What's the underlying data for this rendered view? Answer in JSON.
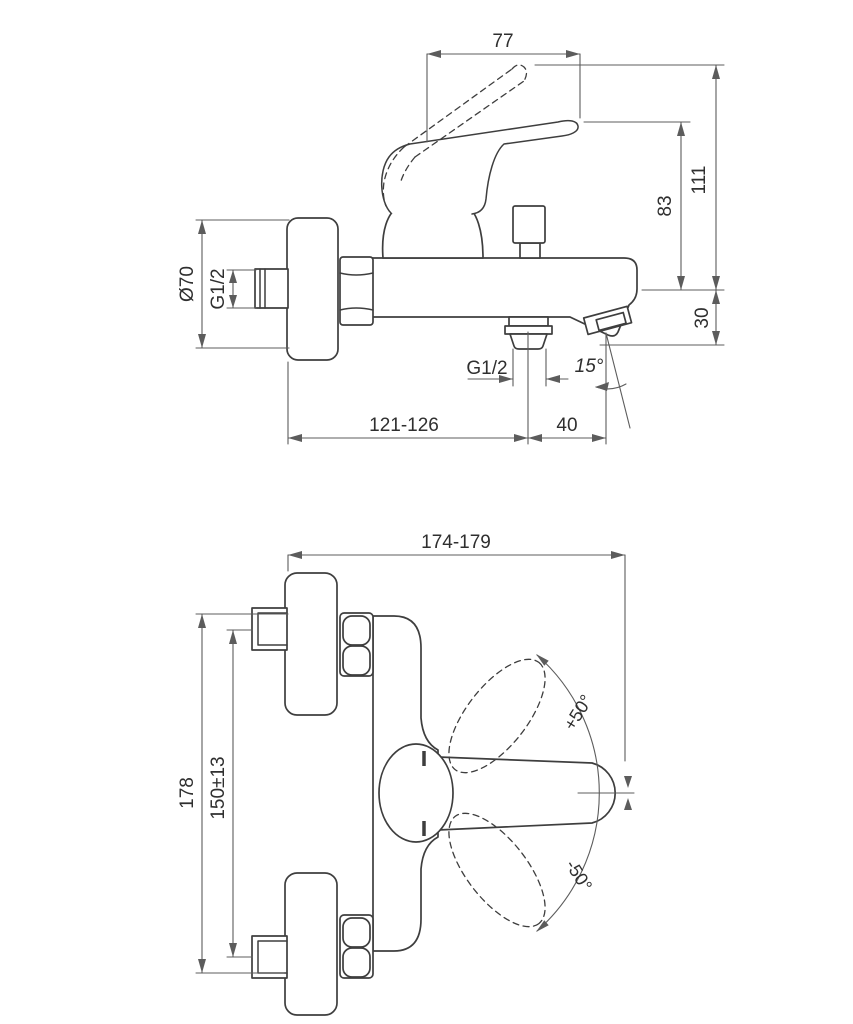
{
  "side_view": {
    "dim_handle_length": "77",
    "dim_total_height": "111",
    "dim_outlet_to_handle_top": "83",
    "dim_spout_drop": "30",
    "dim_escutcheon_diameter": "Ø70",
    "dim_inlet_thread": "G1/2",
    "dim_outlet_thread": "G1/2",
    "dim_spout_angle": "15°",
    "dim_wall_to_outlet": "121-126",
    "dim_outlet_to_spout_tip": "40"
  },
  "front_view": {
    "dim_overall_width": "174-179",
    "dim_overall_height": "178",
    "dim_connection_spacing": "150±13",
    "dim_handle_swing_up": "+50°",
    "dim_handle_swing_down": "-50°"
  },
  "colors": {
    "line": "#3e3e3e",
    "dimension": "#5c5c5c",
    "text": "#2f2f2f",
    "background": "#ffffff"
  }
}
